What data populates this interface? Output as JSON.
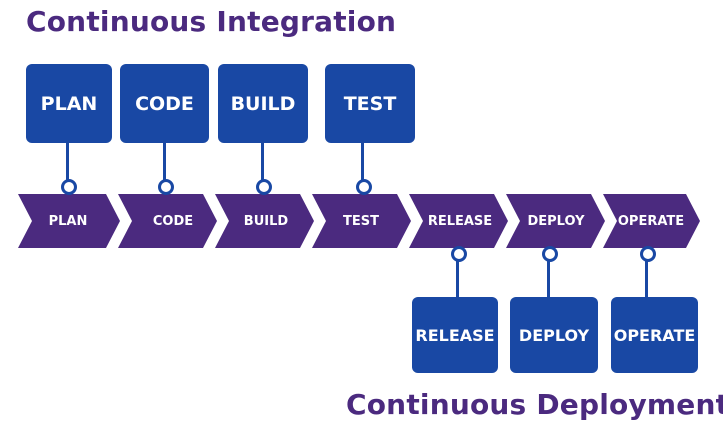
{
  "colors": {
    "title": "#4b2a7f",
    "chevron": "#4b2a7f",
    "box": "#1948a4",
    "box_text": "#ffffff"
  },
  "titles": {
    "ci": "Continuous Integration",
    "cd": "Continuous Deployment"
  },
  "pipeline": [
    "PLAN",
    "CODE",
    "BUILD",
    "TEST",
    "RELEASE",
    "DEPLOY",
    "OPERATE"
  ],
  "ci_boxes": [
    "PLAN",
    "CODE",
    "BUILD",
    "TEST"
  ],
  "cd_boxes": [
    "RELEASE",
    "DEPLOY",
    "OPERATE"
  ]
}
